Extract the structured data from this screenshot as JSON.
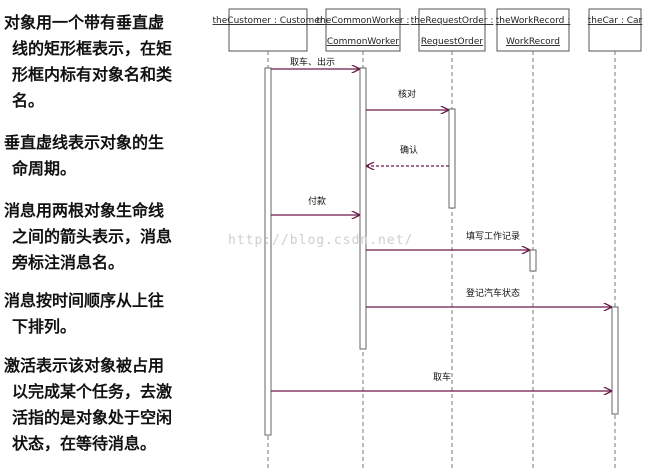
{
  "notes": [
    {
      "lines": [
        "对象用一个带有垂直虚",
        "线的矩形框表示，在矩",
        "形框内标有对象名和类",
        "名。"
      ]
    },
    {
      "lines": [
        "垂直虚线表示对象的生",
        "命周期。"
      ]
    },
    {
      "lines": [
        "消息用两根对象生命线",
        "之间的箭头表示，消息",
        "旁标注消息名。"
      ]
    },
    {
      "lines": [
        "消息按时间顺序从上往",
        "下排列。"
      ]
    },
    {
      "lines": [
        "激活表示该对象被占用",
        "以完成某个任务，去激",
        "活指的是对象处于空闲",
        "状态，在等待消息。"
      ]
    }
  ],
  "objects": [
    {
      "line1": "theCustomer : Customer",
      "line2": ""
    },
    {
      "line1": "theCommonWorker :",
      "line2": "CommonWorker"
    },
    {
      "line1": "theRequestOrder :",
      "line2": "RequestOrder"
    },
    {
      "line1": "theWorkRecord :",
      "line2": "WorkRecord"
    },
    {
      "line1": "theCar : Car",
      "line2": ""
    }
  ],
  "messages": [
    {
      "label": "取车、出示"
    },
    {
      "label": "核对"
    },
    {
      "label": "确认"
    },
    {
      "label": "付款"
    },
    {
      "label": "填写工作记录"
    },
    {
      "label": "登记汽车状态"
    },
    {
      "label": "取车"
    }
  ],
  "watermark": "http://blog.csdn.net/"
}
